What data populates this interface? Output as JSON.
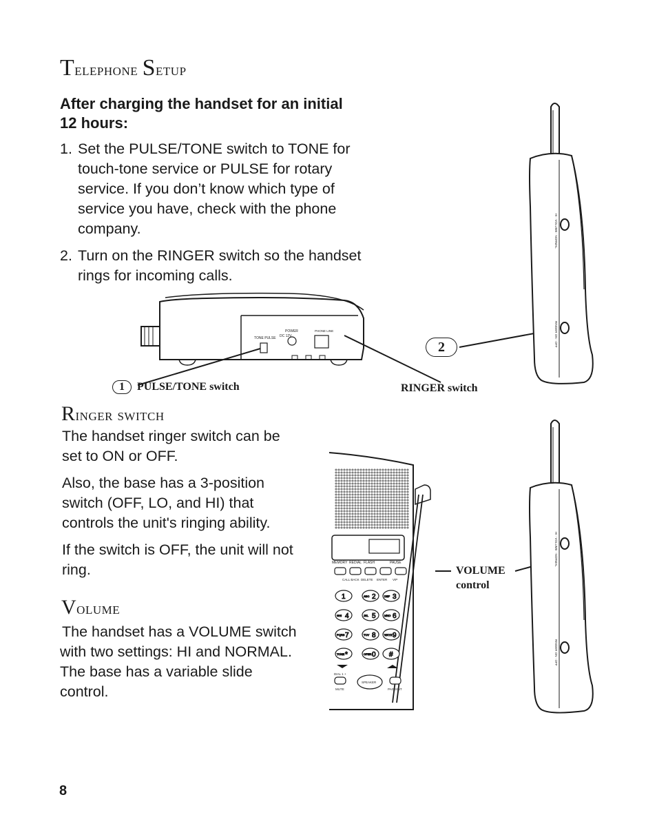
{
  "section_telephone": {
    "heading_cap": "T",
    "heading_rest": "elephone ",
    "heading_cap2": "S",
    "heading_rest2": "etup"
  },
  "subheading": [
    "After charging the handset for an initial",
    "12 hours:"
  ],
  "steps": [
    {
      "num": "1.",
      "lines": [
        "Set the PULSE/TONE switch to TONE for",
        "touch-tone service or PULSE for rotary",
        "service. If you don’t know which type of",
        "service you have, check with the phone",
        "company."
      ]
    },
    {
      "num": "2.",
      "lines": [
        "Turn on the RINGER switch so the handset",
        "rings for incoming calls."
      ]
    }
  ],
  "fig1": {
    "callout1_num": "1",
    "callout1_label": "PULSE/TONE switch",
    "callout2_num": "2",
    "callout2_label": "RINGER switch",
    "base_labels": {
      "tone_pulse": "TONE  PULSE",
      "power": "POWER",
      "dc": "DC 12V",
      "phone_line": "PHONE LINE"
    },
    "handset_labels": {
      "volume": "HI · VOLUME · NORMAL",
      "ringer": "RINGER ON · OFF"
    }
  },
  "section_ringer": {
    "heading_cap": "R",
    "heading_rest": "inger switch",
    "para1": [
      "The handset ringer switch can be",
      "set to ON or OFF."
    ],
    "para2": [
      "Also, the base has a 3-position",
      "switch (OFF, LO, and HI) that",
      "controls the unit's ringing ability."
    ],
    "para3": [
      "If the switch is OFF, the unit will not",
      "ring."
    ]
  },
  "section_volume": {
    "heading_cap": "V",
    "heading_rest": "olume",
    "para": [
      "The handset has a VOLUME switch",
      "with two settings: HI and NORMAL.",
      "The base has a variable slide",
      "control."
    ]
  },
  "fig2": {
    "callout_label_1": "VOLUME",
    "callout_label_2": "control",
    "func_row1": [
      "MEMORY",
      "REDIAL",
      "FLASH",
      "PAUSE"
    ],
    "func_row2": [
      "CALL BACK",
      "DELETE",
      "ENTER",
      "VIP"
    ],
    "keys": [
      {
        "sub": "",
        "num": "1"
      },
      {
        "sub": "ABC",
        "num": "2"
      },
      {
        "sub": "DEF",
        "num": "3"
      },
      {
        "sub": "GHI",
        "num": "4"
      },
      {
        "sub": "JKL",
        "num": "5"
      },
      {
        "sub": "MNO",
        "num": "6"
      },
      {
        "sub": "PQRS",
        "num": "7"
      },
      {
        "sub": "TUV",
        "num": "8"
      },
      {
        "sub": "WXYZ",
        "num": "9"
      },
      {
        "sub": "TONE",
        "num": "*"
      },
      {
        "sub": "OPER",
        "num": "0"
      },
      {
        "sub": "",
        "num": "#"
      }
    ],
    "bottom_labels": {
      "dial": "DIAL 1 +",
      "speaker": "SPEAKER",
      "mute": "MUTE",
      "page": "PAGE/INT"
    }
  },
  "page_number": "8"
}
